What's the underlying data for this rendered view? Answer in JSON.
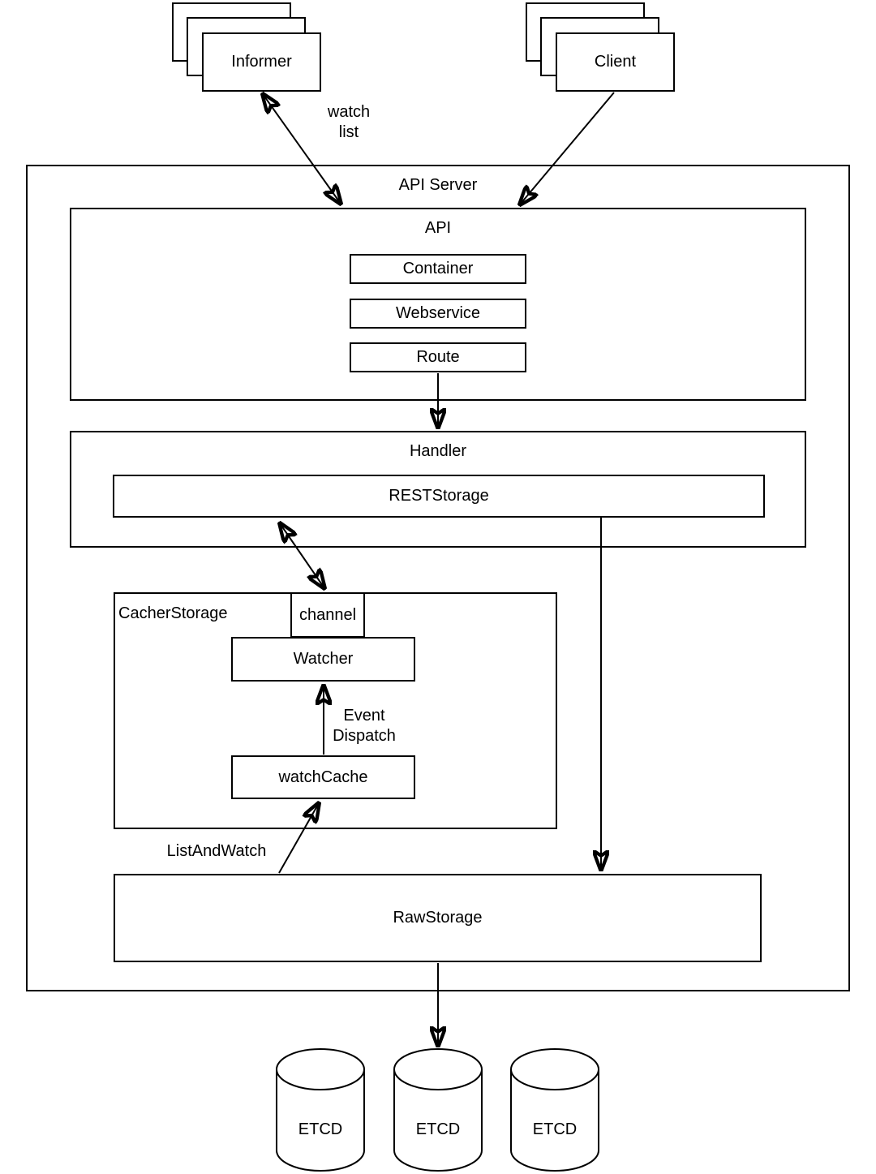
{
  "diagram": {
    "outer_label": "API Server",
    "nodes": {
      "informer": {
        "label": "Informer"
      },
      "client": {
        "label": "Client"
      },
      "api": {
        "label": "API"
      },
      "container": {
        "label": "Container"
      },
      "webservice": {
        "label": "Webservice"
      },
      "route": {
        "label": "Route"
      },
      "handler": {
        "label": "Handler"
      },
      "reststorage": {
        "label": "RESTStorage"
      },
      "cacherstorage": {
        "label": "CacherStorage"
      },
      "channel": {
        "label": "channel"
      },
      "watcher": {
        "label": "Watcher"
      },
      "watchcache": {
        "label": "watchCache"
      },
      "rawstorage": {
        "label": "RawStorage"
      },
      "etcd_1": {
        "label": "ETCD"
      },
      "etcd_2": {
        "label": "ETCD"
      },
      "etcd_3": {
        "label": "ETCD"
      }
    },
    "edge_labels": {
      "watch_list": [
        "watch",
        "list"
      ],
      "event_dispatch": [
        "Event",
        "Dispatch"
      ],
      "list_and_watch": "ListAndWatch"
    },
    "colors": {
      "stroke": "#000000",
      "node_fill": "#ffffff",
      "text": "#000000",
      "background": "#ffffff"
    }
  }
}
